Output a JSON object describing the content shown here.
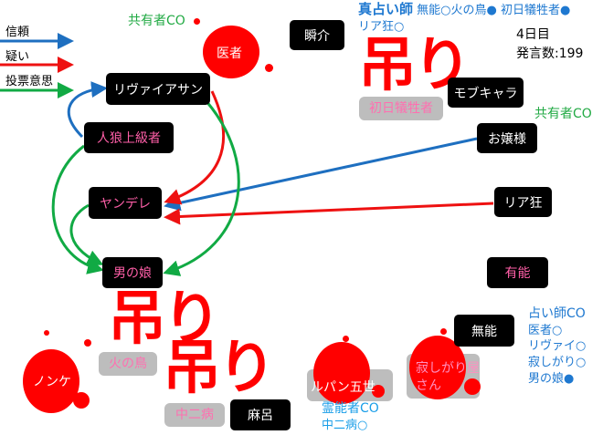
{
  "legend": [
    {
      "label": "信頼",
      "color": "#1e6fc0"
    },
    {
      "label": "疑い",
      "color": "#ee1111"
    },
    {
      "label": "投票意思",
      "color": "#11aa44"
    }
  ],
  "status": {
    "day": "4日目",
    "posts": "発言数:199"
  },
  "hang_label": "吊り",
  "co_labels": {
    "shared_left": "共有者CO",
    "shared_right": "共有者CO"
  },
  "seer_true": {
    "title": "真占い師",
    "results": "無能○火の鳥● 初日犠牲者●",
    "line2": "リア狂○"
  },
  "seer_co": {
    "title": "占い師CO",
    "results": [
      "医者○",
      "リヴァイ○",
      "寂しがり○",
      "男の娘●"
    ]
  },
  "medium_co": {
    "title": "霊能者CO",
    "results": "中二病○"
  },
  "nodes": {
    "doctor": "医者",
    "shunsuke": "瞬介",
    "first_victim": "初日犠牲者",
    "mob": "モブキャラ",
    "leviathan": "リヴァイアサン",
    "werewolf_expert": "人狼上級者",
    "ojousama": "お嬢様",
    "yandere": "ヤンデレ",
    "riakyou": "リア狂",
    "otokonoko": "男の娘",
    "yuunou": "有能",
    "hinotori": "火の鳥",
    "nonke": "ノンケ",
    "chuunibyou": "中二病",
    "maro": "麻呂",
    "lupin": "ルパン五世",
    "munou": "無能",
    "sabishigari": "寂しがり屋さん"
  },
  "colors": {
    "trust": "#1e6fc0",
    "doubt": "#ee1111",
    "vote": "#11aa44",
    "blood": "#ff0000"
  }
}
